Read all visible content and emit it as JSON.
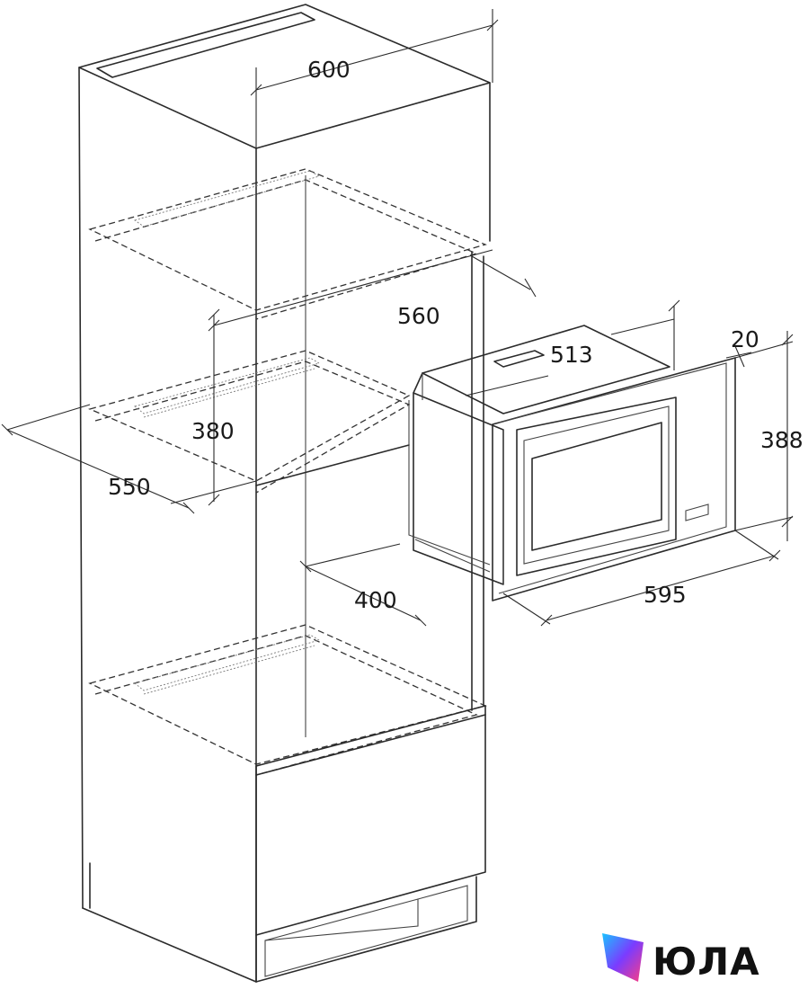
{
  "dimensions": {
    "cabinet_width": "600",
    "niche_width": "560",
    "niche_depth": "550",
    "niche_height": "380",
    "cutout_depth": "400",
    "oven_depth": "513",
    "frame_depth": "20",
    "oven_height": "388",
    "oven_width": "595"
  },
  "brand": {
    "name": "ЮЛА",
    "colors": [
      "#ff3d7f",
      "#7a3cff",
      "#19c3ff"
    ]
  }
}
